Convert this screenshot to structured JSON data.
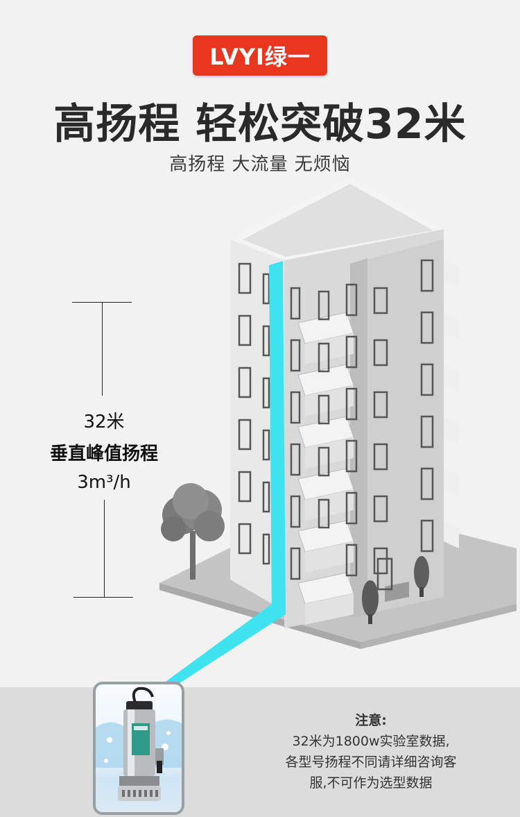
{
  "brand": {
    "logo_text": "LVYI绿一",
    "color": "#e8361f"
  },
  "headline": "高扬程 轻松突破32米",
  "subheadline": "高扬程  大流量  无烦恼",
  "measurement": {
    "value": "32米",
    "label": "垂直峰值扬程",
    "flow": "3m³/h"
  },
  "note": {
    "title": "注意:",
    "lines": [
      "32米为1800w实验室数据,",
      "各型号扬程不同请详细咨询客",
      "服,不可作为选型数据"
    ]
  },
  "colors": {
    "pipe": "#3fe3f0",
    "building": "#e6e6e6",
    "ground": "#bdbdbd",
    "pump_water": "#8ec5ea"
  },
  "icons": {
    "tree": "tree-icon",
    "shrub": "shrub-icon",
    "pump": "submersible-pump-icon"
  }
}
